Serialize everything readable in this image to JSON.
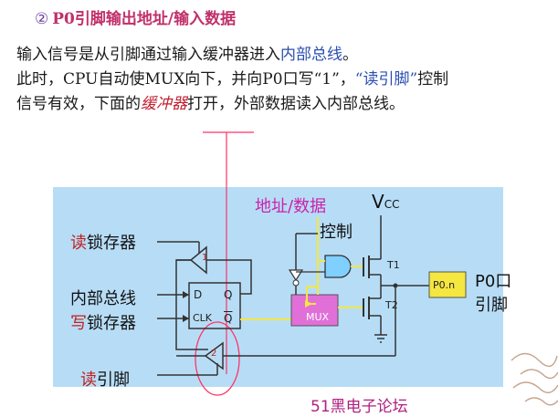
{
  "heading": {
    "number": "②",
    "text": "P0引脚输出地址/输入数据"
  },
  "paragraph": {
    "line1_a": "输入信号是从引脚通过输入缓冲器进入",
    "line1_b": "内部总线",
    "line1_c": "。",
    "line2_a": "此时，CPU自动使MUX向下，并向P0口写“1”，",
    "line2_b": "“读引脚”",
    "line2_c": "控制",
    "line3_a": "信号有效，下面的",
    "line3_b": "缓冲器",
    "line3_c": "打开，外部数据读入内部总线。"
  },
  "diagram": {
    "addr_data": "地址/数据",
    "vcc": "V",
    "vcc_sub": "CC",
    "control": "控制",
    "read_latch_red": "读",
    "read_latch_rest": "锁存器",
    "internal_bus": "内部总线",
    "write_latch_red": "写",
    "write_latch_rest": "锁存器",
    "read_pin_red": "读",
    "read_pin_rest": "引脚",
    "buf1_num": "1",
    "buf2_num": "2",
    "latch_d": "D",
    "latch_q": "Q",
    "latch_clk": "CLK",
    "latch_qbar": "Q",
    "mux": "MUX",
    "t1": "T1",
    "t2": "T2",
    "pin_box": "P0.n",
    "pin_label_1": "P0口",
    "pin_label_2": "引脚"
  },
  "footer": "51黑电子论坛",
  "colors": {
    "panel": "#b7ddf6",
    "signal_yellow": "#f5e640",
    "mux_fill": "#e070d8",
    "highlight_red": "#c02020",
    "red_line": "#ff3366"
  }
}
